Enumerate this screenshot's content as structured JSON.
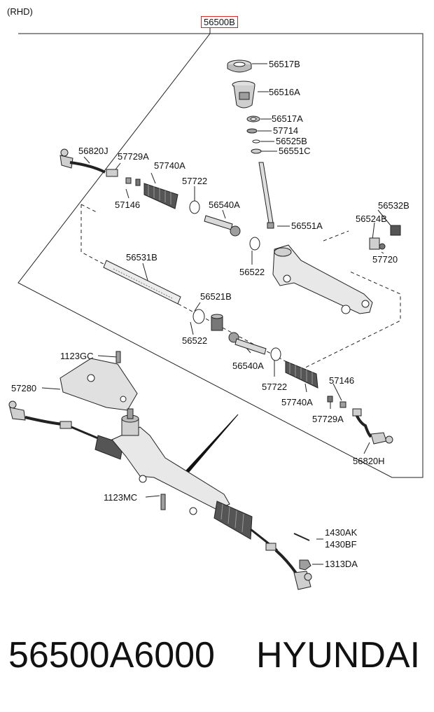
{
  "header": {
    "variant": "(RHD)"
  },
  "assembly": {
    "part_no": "56500B",
    "highlight_color": "#d21f1f"
  },
  "labels": {
    "p56517B": "56517B",
    "p56516A": "56516A",
    "p56517A": "56517A",
    "p57714": "57714",
    "p56525B": "56525B",
    "p56551C": "56551C",
    "p56820J": "56820J",
    "p57729A_top": "57729A",
    "p57740A_top": "57740A",
    "p57722_top": "57722",
    "p57146_top": "57146",
    "p56540A_top": "56540A",
    "p56532B": "56532B",
    "p56524B": "56524B",
    "p56551A": "56551A",
    "p57720": "57720",
    "p56531B": "56531B",
    "p56522_top": "56522",
    "p56521B": "56521B",
    "p56522_bot": "56522",
    "p56540A_bot": "56540A",
    "p57722_bot": "57722",
    "p57740A_bot": "57740A",
    "p57146_bot": "57146",
    "p57729A_bot": "57729A",
    "p56820H": "56820H",
    "p1123GC": "1123GC",
    "p57280": "57280",
    "p1123MC": "1123MC",
    "p1430AK": "1430AK",
    "p1430BF": "1430BF",
    "p1313DA": "1313DA"
  },
  "footer": {
    "part_number": "56500A6000",
    "brand": "HYUNDAI"
  }
}
